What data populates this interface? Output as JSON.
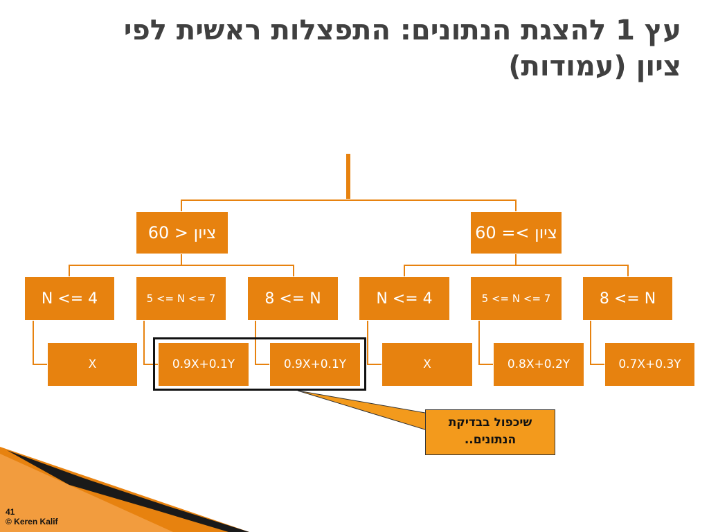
{
  "title": {
    "line1": "עץ 1 להצגת הנתונים: התפצלות ראשית לפי",
    "line2": "ציון (עמודות)"
  },
  "tree": {
    "level1": {
      "left": "ציון < 60",
      "right": "ציון >= 60"
    },
    "level2": [
      "N <= 4",
      "5 <= N <= 7",
      "8 <= N",
      "N <= 4",
      "5 <= N <= 7",
      "8 <= N"
    ],
    "level3": [
      "X",
      "0.9X+0.1Y",
      "0.9X+0.1Y",
      "X",
      "0.8X+0.2Y",
      "0.7X+0.3Y"
    ]
  },
  "callout": {
    "line1": "שיכפול בבדיקת",
    "line2": "הנתונים.."
  },
  "footer": {
    "slide_number": "41",
    "copyright": "© Keren Kalif"
  },
  "colors": {
    "box": "#e7820f",
    "connector": "#e7820f",
    "callout": "#f39a1c"
  }
}
